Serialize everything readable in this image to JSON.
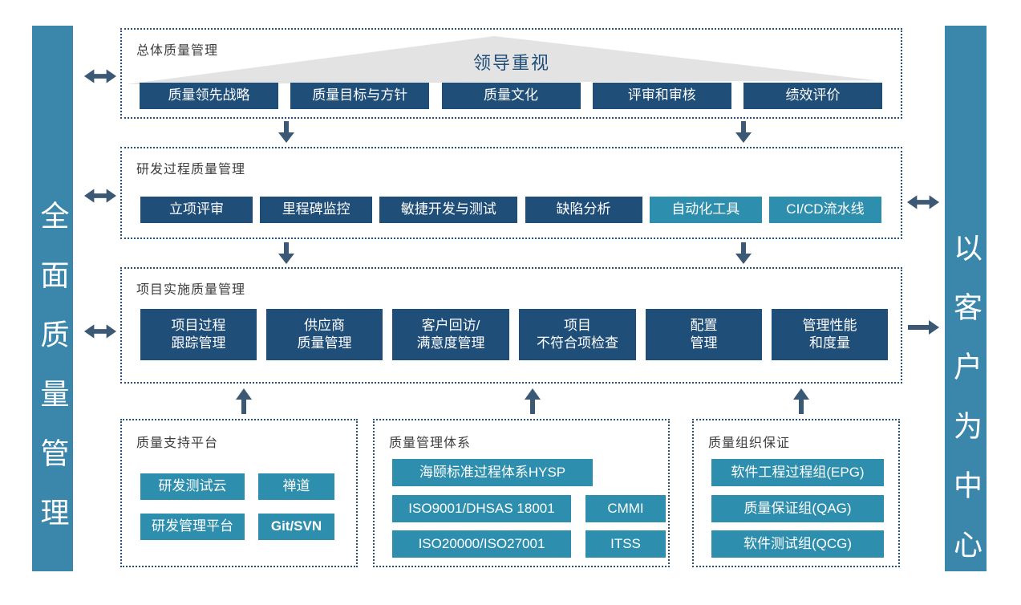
{
  "bars": {
    "left": "全面质量管理",
    "right": "以客户为中心"
  },
  "sections": {
    "overall": {
      "title": "总体质量管理",
      "banner": "领导重视",
      "buttons": [
        "质量领先战略",
        "质量目标与方针",
        "质量文化",
        "评审和审核",
        "绩效评价"
      ]
    },
    "process": {
      "title": "研发过程质量管理",
      "buttons": [
        "立项评审",
        "里程碑监控",
        "敏捷开发与测试",
        "缺陷分析",
        "自动化工具",
        "CI/CD流水线"
      ]
    },
    "project": {
      "title": "项目实施质量管理",
      "buttons": [
        {
          "l1": "项目过程",
          "l2": "跟踪管理"
        },
        {
          "l1": "供应商",
          "l2": "质量管理"
        },
        {
          "l1": "客户回访/",
          "l2": "满意度管理"
        },
        {
          "l1": "项目",
          "l2": "不符合项检查"
        },
        {
          "l1": "配置",
          "l2": "管理"
        },
        {
          "l1": "管理性能",
          "l2": "和度量"
        }
      ]
    },
    "support": {
      "title": "质量支持平台",
      "buttons": [
        "研发测试云",
        "禅道",
        "研发管理平台",
        "Git/SVN"
      ]
    },
    "system": {
      "title": "质量管理体系",
      "wide": "海颐标准过程体系HYSP",
      "buttons": [
        "ISO9001/DHSAS 18001",
        "CMMI",
        "ISO20000/ISO27001",
        "ITSS"
      ]
    },
    "organization": {
      "title": "质量组织保证",
      "buttons": [
        "软件工程过程组(EPG)",
        "质量保证组(QAG)",
        "软件测试组(QCG)"
      ]
    }
  },
  "colors": {
    "dark_blue": "#1f4e79",
    "teal": "#2e8ead",
    "side_bar": "#3b87ab",
    "arrow": "#3b5875",
    "triangle": "#e3e3e3",
    "dotted_border": "#27527e"
  }
}
